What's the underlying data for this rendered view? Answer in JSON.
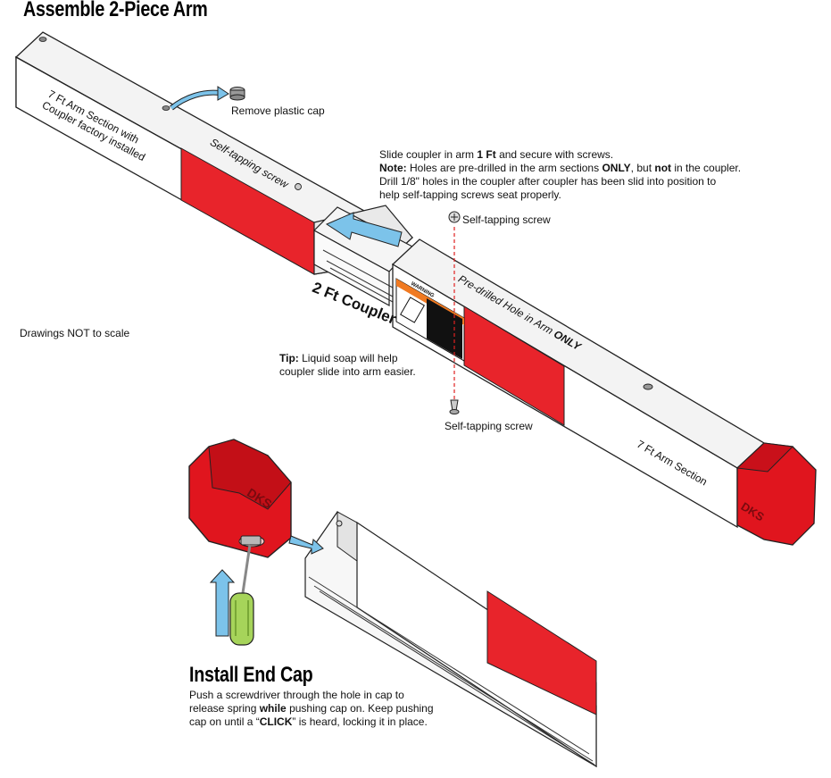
{
  "titles": {
    "assemble": "Assemble 2-Piece Arm",
    "end_cap": "Install End Cap"
  },
  "labels": {
    "arm_section_coupler_line1": "7 Ft Arm Section with",
    "arm_section_coupler_line2": "Coupler factory installed",
    "remove_cap": "Remove plastic cap",
    "self_tapping_diag": "Self-tapping screw",
    "self_tapping_top": "Self-tapping screw",
    "self_tapping_bottom": "Self-tapping screw",
    "coupler": "2 Ft Coupler",
    "predrilled_prefix": "Pre-drilled Hole in Arm",
    "predrilled_only": "ONLY",
    "arm_section": "7 Ft Arm Section",
    "not_to_scale": "Drawings NOT to scale",
    "brand": "DKS",
    "warning_title": "WARNING"
  },
  "instructions": {
    "slide": {
      "l1_pre": "Slide coupler in arm ",
      "l1_bold": "1 Ft",
      "l1_post": " and secure with screws.",
      "l2_note": "Note:",
      "l2_a": " Holes are pre-drilled in the arm sections ",
      "l2_only": "ONLY",
      "l2_b": ", but ",
      "l2_not": "not",
      "l2_c": " in the coupler.",
      "l3": "Drill 1/8\" holes in the coupler after coupler has been slid into position to",
      "l4": "help self-tapping screws seat properly."
    },
    "tip": {
      "label": "Tip:",
      "l1": " Liquid soap will help",
      "l2": "coupler slide into arm easier."
    },
    "end_cap": {
      "l1": "Push a screwdriver through the hole in cap to",
      "l2_pre": "release spring ",
      "l2_bold": "while",
      "l2_post": " pushing cap on. Keep pushing",
      "l3_pre": "cap on until a “",
      "l3_bold": "CLICK",
      "l3_post": "” is heard, locking it in place."
    }
  },
  "colors": {
    "arm_red": "#e8242b",
    "cap_red": "#e0151e",
    "arrow_blue": "#7cc3ea",
    "screwdriver_handle": "#a6d45a"
  },
  "icons": [
    "plastic-cap-icon",
    "screw-icon",
    "screwdriver-icon",
    "arrow-icon"
  ]
}
